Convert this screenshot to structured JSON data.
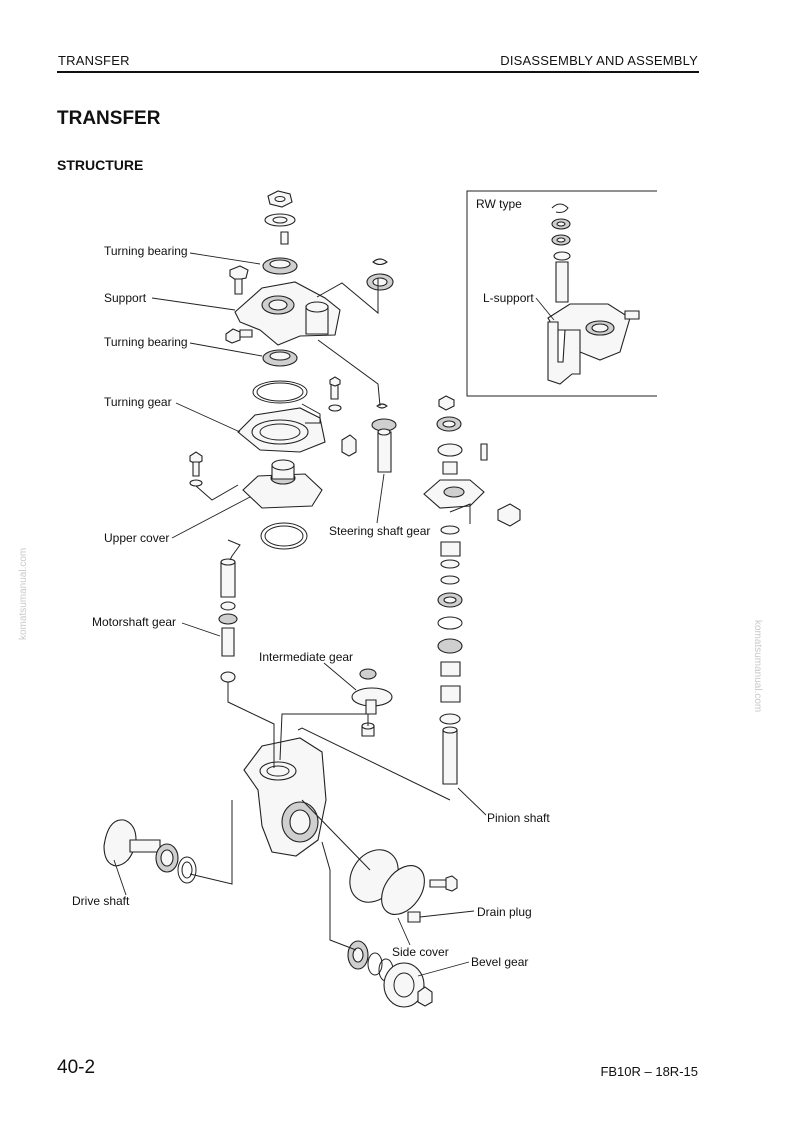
{
  "header": {
    "left": "TRANSFER",
    "right": "DISASSEMBLY AND ASSEMBLY"
  },
  "title": "TRANSFER",
  "section": "STRUCTURE",
  "inset": {
    "title": "RW type",
    "l_support": "L-support"
  },
  "labels": {
    "turning_bearing_top": "Turning bearing",
    "support": "Support",
    "turning_bearing_bottom": "Turning bearing",
    "turning_gear": "Turning gear",
    "upper_cover": "Upper cover",
    "steering_shaft_gear": "Steering shaft gear",
    "motorshaft_gear": "Motorshaft gear",
    "intermediate_gear": "Intermediate gear",
    "pinion_shaft": "Pinion shaft",
    "drive_shaft": "Drive shaft",
    "drain_plug": "Drain plug",
    "side_cover": "Side cover",
    "bevel_gear": "Bevel gear"
  },
  "footer": {
    "page": "40-2",
    "model": "FB10R – 18R-15"
  },
  "watermark": "komatsumanual.com"
}
